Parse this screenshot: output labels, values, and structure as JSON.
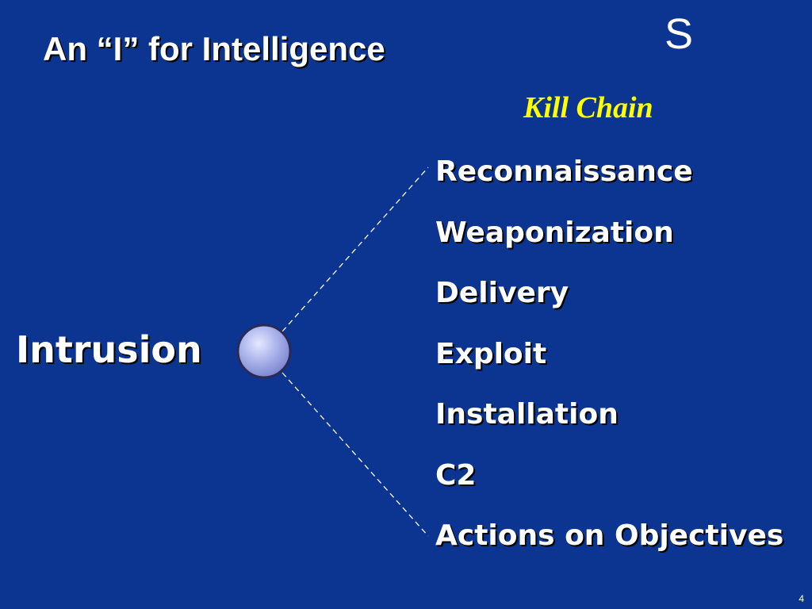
{
  "slide": {
    "title": "An “I” for Intelligence",
    "corner_letter": "S",
    "kill_chain_label": "Kill Chain",
    "intrusion_label": "Intrusion",
    "phases": [
      "Reconnaissance",
      "Weaponization",
      "Delivery",
      "Exploit",
      "Installation",
      "C2",
      "Actions on Objectives"
    ],
    "page_number": "4"
  },
  "colors": {
    "background": "#0b3591",
    "text": "#ffffff",
    "accent": "#ffff00",
    "node_fill": "#a9b2ea"
  }
}
